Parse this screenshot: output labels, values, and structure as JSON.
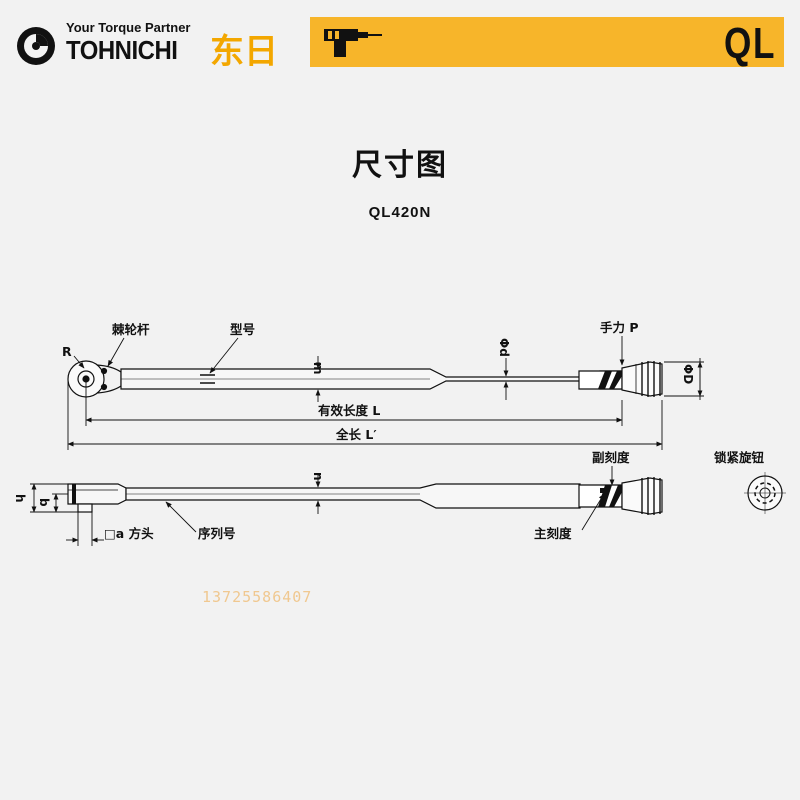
{
  "header": {
    "tagline": "Your Torque Partner",
    "brand": "TOHNICHI",
    "brand_cn": "东日",
    "series_code": "QL",
    "accent_color": "#f7b52a",
    "logo_icon": "tohnichi-logo-icon",
    "tool_icon": "torque-driver-icon"
  },
  "title": "尺寸图",
  "model": "QL420N",
  "top_view": {
    "ratchet_label": "棘轮杆",
    "model_label": "型号",
    "hand_position_label": "手力 P",
    "dim_m": "m",
    "dim_d": "Φd",
    "dim_D": "ΦD",
    "dim_R": "R",
    "effective_length_label": "有效长度 L",
    "overall_length_label": "全长 L′"
  },
  "side_view": {
    "dim_n": "n",
    "dim_h": "h",
    "dim_b": "b",
    "square_drive_label": "□a 方头",
    "serial_label": "序列号",
    "sub_scale_label": "副刻度",
    "main_scale_label": "主刻度",
    "lock_knob_label": "锁紧旋钮"
  },
  "watermark": "13725586407"
}
